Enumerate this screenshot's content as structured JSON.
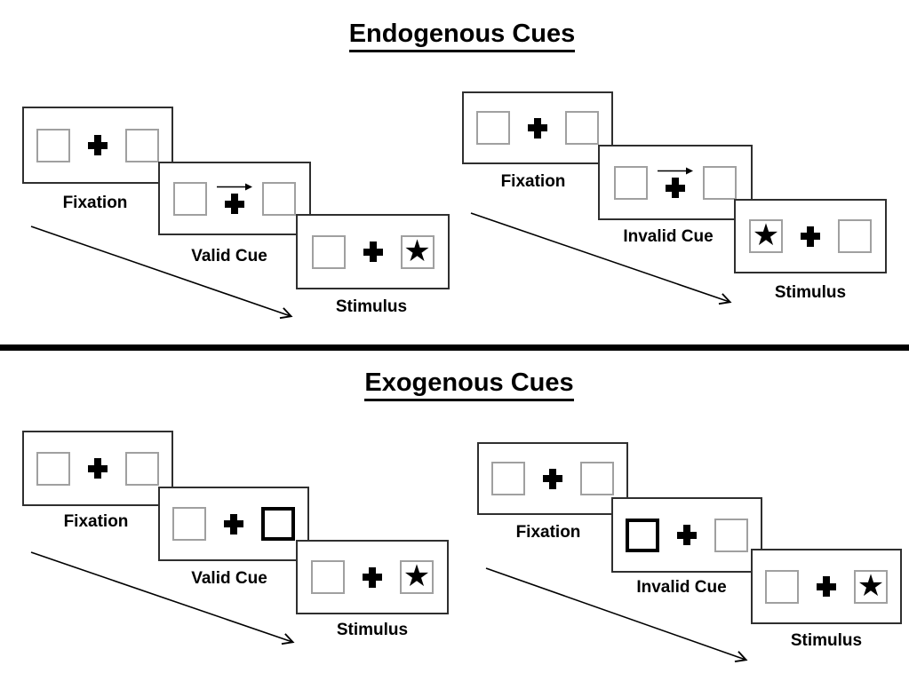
{
  "titles": {
    "endogenous": "Endogenous Cues",
    "exogenous": "Exogenous Cues"
  },
  "glyphs": {
    "star": "★"
  },
  "colors": {
    "square_border": "#a0a0a0",
    "cue_square_border": "#000000",
    "panel_border": "#2f2f2f",
    "divider": "#000000",
    "text": "#000000"
  },
  "sequences": [
    {
      "section": "Endogenous Cues",
      "variant": "valid",
      "cue_style": "central-arrow",
      "cue_direction": "right",
      "target_side": "right",
      "labels": {
        "fixation": "Fixation",
        "cue": "Valid Cue",
        "stimulus": "Stimulus"
      }
    },
    {
      "section": "Endogenous Cues",
      "variant": "invalid",
      "cue_style": "central-arrow",
      "cue_direction": "right",
      "target_side": "left",
      "labels": {
        "fixation": "Fixation",
        "cue": "Invalid Cue",
        "stimulus": "Stimulus"
      }
    },
    {
      "section": "Exogenous Cues",
      "variant": "valid",
      "cue_style": "peripheral-box",
      "highlighted_side": "right",
      "target_side": "right",
      "labels": {
        "fixation": "Fixation",
        "cue": "Valid Cue",
        "stimulus": "Stimulus"
      }
    },
    {
      "section": "Exogenous Cues",
      "variant": "invalid",
      "cue_style": "peripheral-box",
      "highlighted_side": "left",
      "target_side": "right",
      "labels": {
        "fixation": "Fixation",
        "cue": "Invalid Cue",
        "stimulus": "Stimulus"
      }
    }
  ]
}
